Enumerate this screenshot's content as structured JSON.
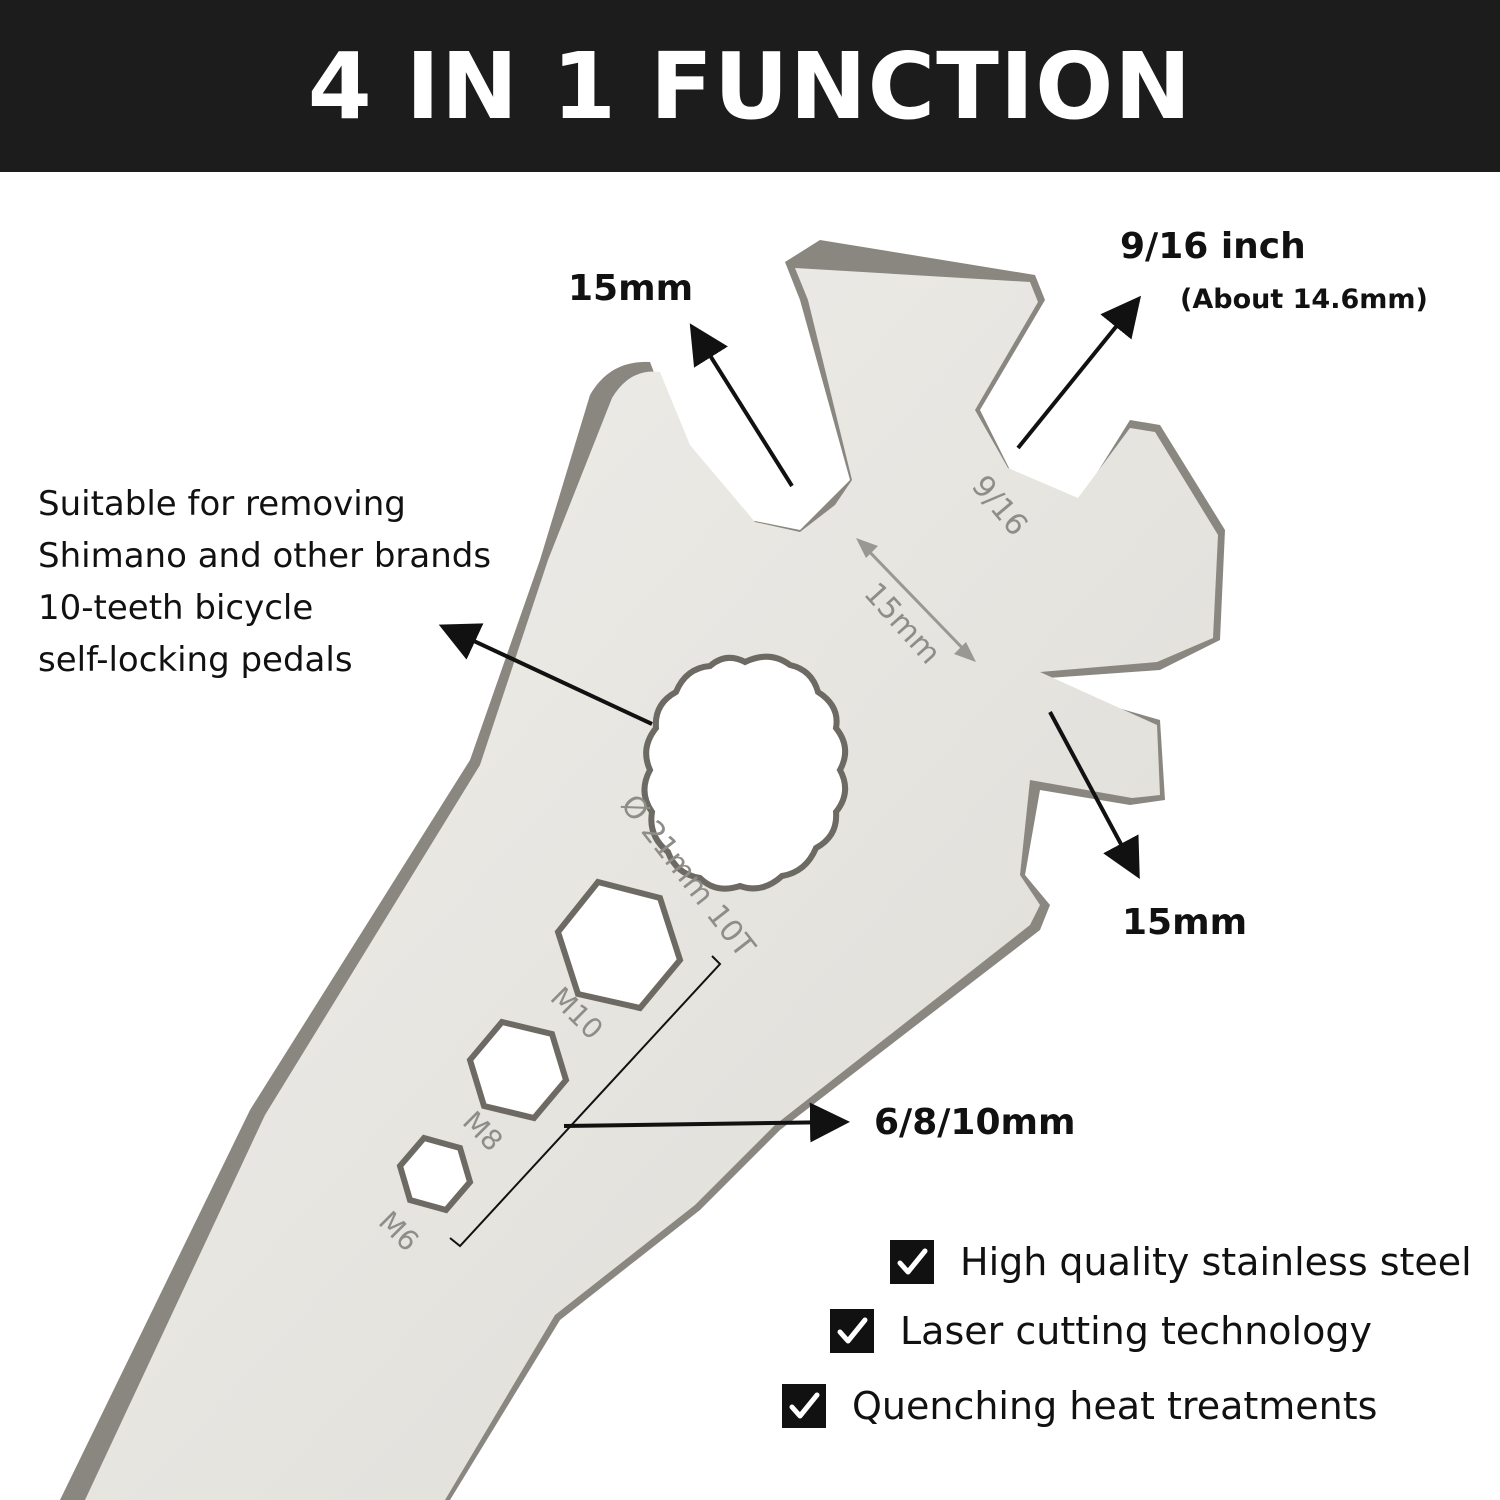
{
  "banner": {
    "title": "4 IN 1 FUNCTION"
  },
  "callouts": {
    "top_left_slot": "15mm",
    "top_right_slot": "9/16 inch",
    "top_right_slot_note": "(About 14.6mm)",
    "bottom_right_slot": "15mm",
    "hex_sockets": "6/8/10mm"
  },
  "description": {
    "lines": [
      "Suitable for removing",
      "Shimano and other brands",
      "10-teeth bicycle",
      "self-locking pedals"
    ]
  },
  "engravings": {
    "inch_slot": "9/16",
    "mm_slot": "15mm",
    "spline": "Ø 21mm 10T",
    "hex_large": "M10",
    "hex_medium": "M8",
    "hex_small": "M6"
  },
  "features": [
    {
      "label": "High quality stainless steel"
    },
    {
      "label": "Laser cutting technology"
    },
    {
      "label": "Quenching heat treatments"
    }
  ],
  "colors": {
    "banner_bg": "#1c1c1c",
    "banner_text": "#ffffff",
    "steel": "#eae8e4",
    "steel_edge": "#8a8781",
    "ink": "#111111"
  }
}
